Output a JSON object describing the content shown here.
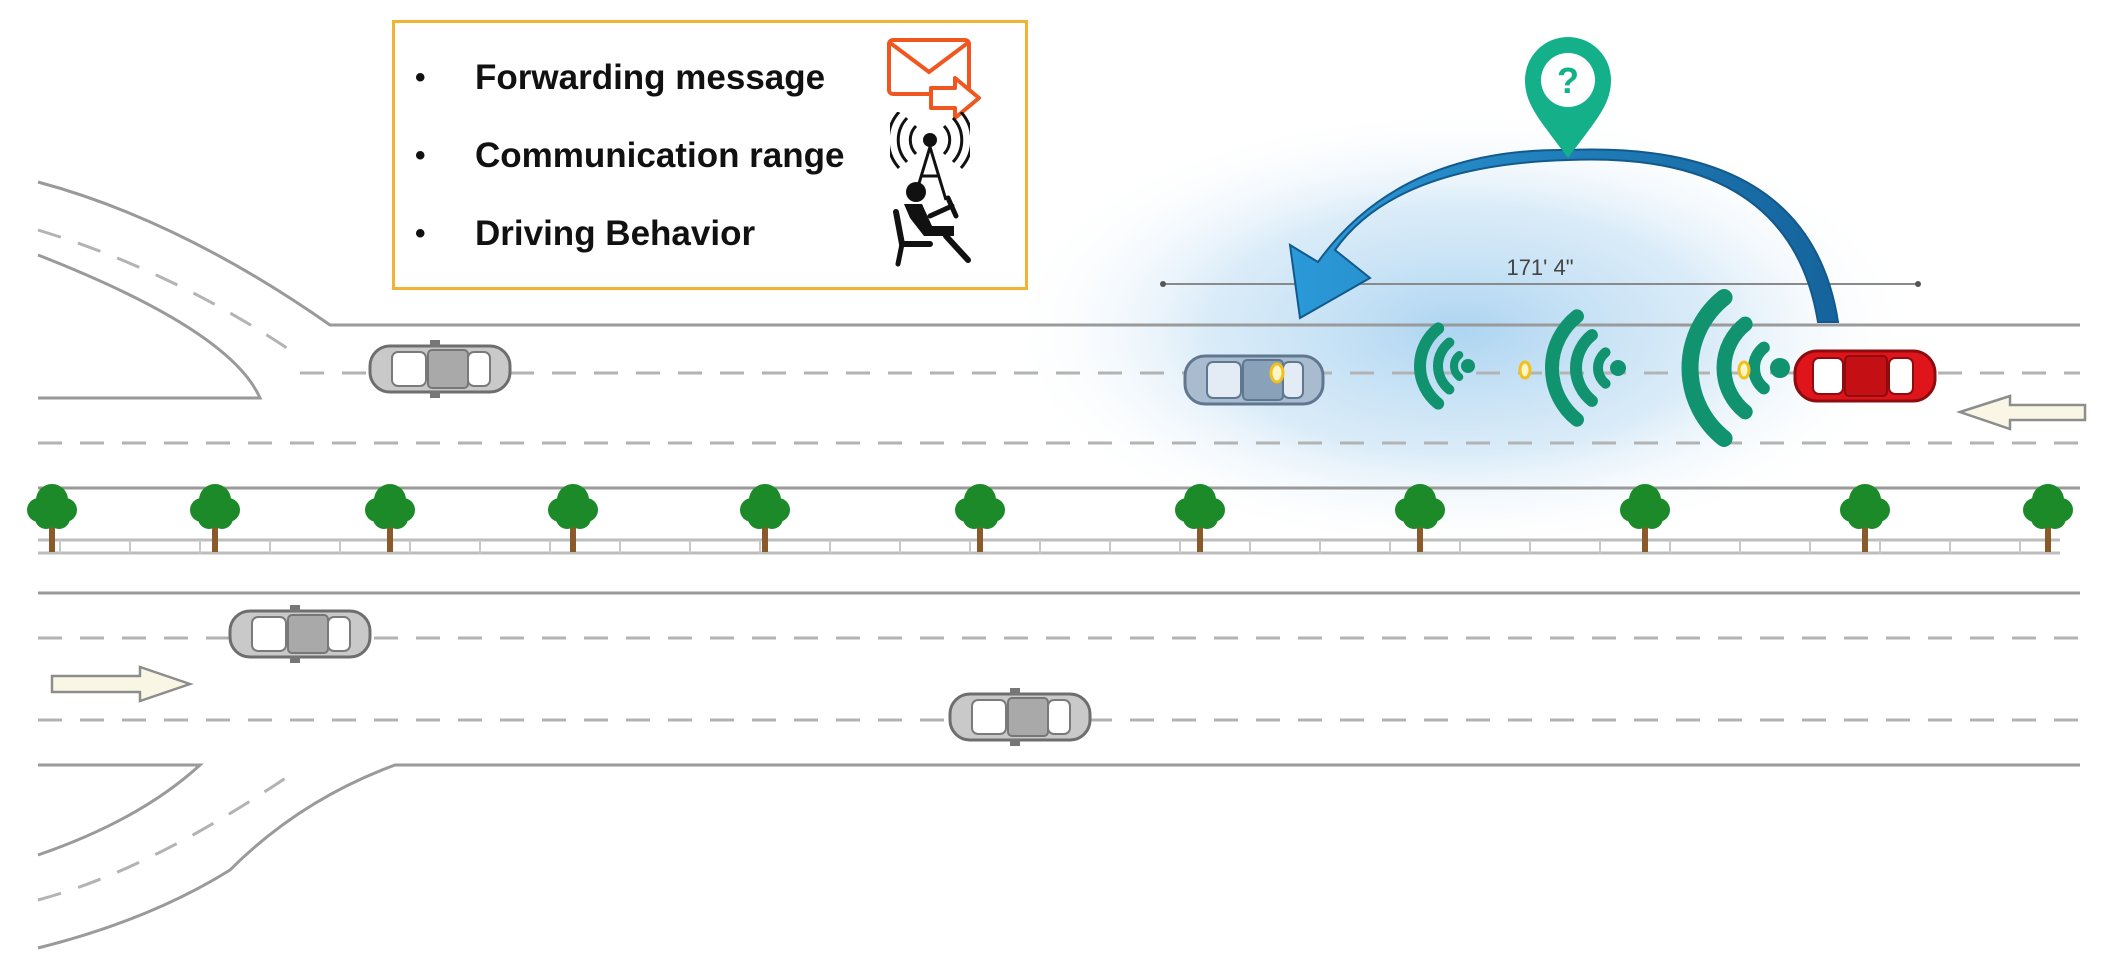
{
  "legend": {
    "items": [
      {
        "label": "Forwarding message",
        "icon": "envelope-forward-icon"
      },
      {
        "label": "Communication range",
        "icon": "radio-tower-icon"
      },
      {
        "label": "Driving Behavior",
        "icon": "driver-seat-icon"
      }
    ],
    "bullet": "•"
  },
  "scene": {
    "distance_label": "171' 4\"",
    "query_marker_symbol": "?",
    "colors": {
      "legend_border": "#f2b233",
      "signal_waves": "#10936e",
      "query_marker": "#13b08a",
      "forward_arrow": "#1b77b8",
      "alert_car": "#e0141b",
      "range_glow": "#b9dcf2",
      "envelope_icon": "#f0561f"
    }
  }
}
